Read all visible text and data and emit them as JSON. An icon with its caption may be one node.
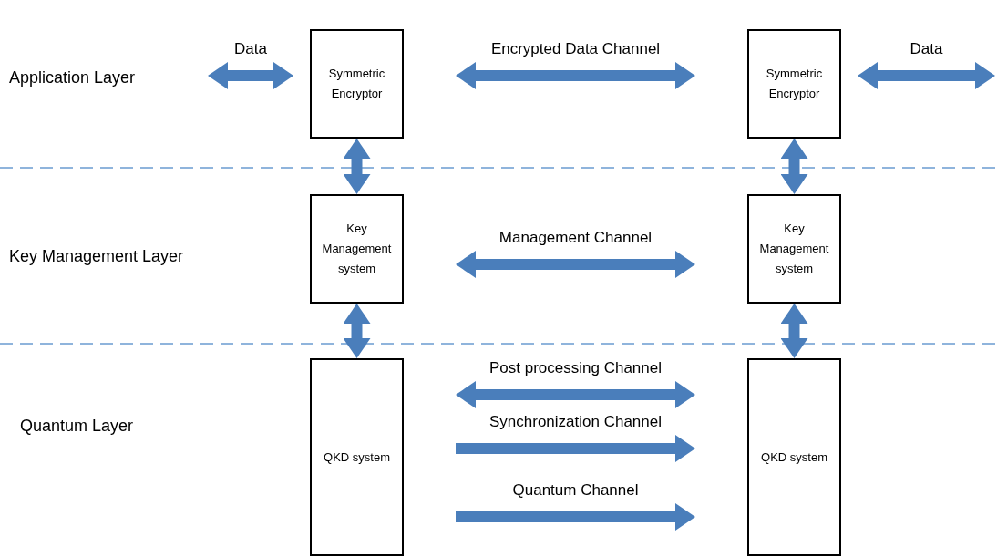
{
  "diagram": {
    "nodes": [
      {
        "text": [
          "Symmetric Encryptor"
        ]
      },
      {
        "text": [
          "Symmetric Encryptor"
        ]
      },
      {
        "text": [
          "Key Management system"
        ]
      },
      {
        "text": [
          "Key Management system"
        ]
      },
      {
        "text": [
          "QKD system"
        ]
      },
      {
        "text": [
          "QKD system"
        ]
      }
    ],
    "edges": [
      {
        "from": null,
        "to": 0,
        "arrow": "both",
        "label": "Data"
      },
      {
        "from": 0,
        "to": 1,
        "arrow": "both",
        "label": "Encrypted Data Channel"
      },
      {
        "from": 1,
        "to": null,
        "arrow": "both",
        "label": "Data"
      },
      {
        "from": 0,
        "to": 2,
        "arrow": "both"
      },
      {
        "from": 1,
        "to": 3,
        "arrow": "both"
      },
      {
        "from": 2,
        "to": 3,
        "arrow": "both",
        "label": "Management Channel"
      },
      {
        "from": 2,
        "to": 4,
        "arrow": "both"
      },
      {
        "from": 3,
        "to": 5,
        "arrow": "both"
      },
      {
        "from": 4,
        "to": 5,
        "arrow": "both",
        "label": "Post processing Channel"
      },
      {
        "from": 4,
        "to": 5,
        "arrow": "to",
        "label": "Synchronization Channel"
      },
      {
        "from": 4,
        "to": 5,
        "arrow": "to",
        "label": "Quantum Channel"
      }
    ],
    "labels": [
      "Application Layer",
      "Key Management Layer",
      "Quantum Layer"
    ]
  }
}
